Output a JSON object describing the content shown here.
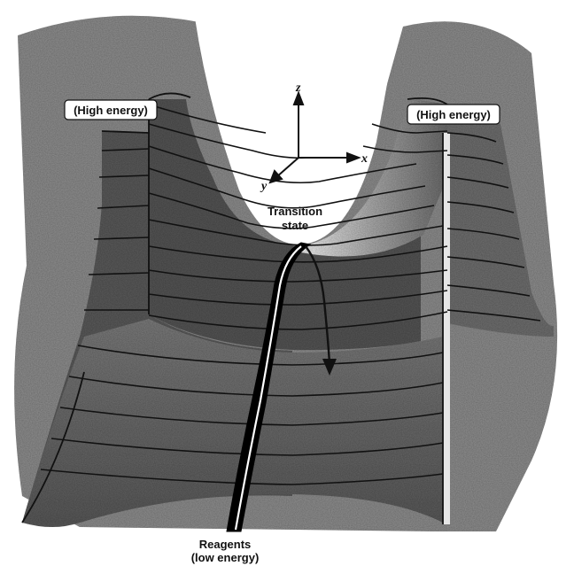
{
  "labels": {
    "high_energy_left": "(High energy)",
    "high_energy_right": "(High energy)",
    "transition_line1": "Transition",
    "transition_line2": "state",
    "reagents_line1": "Reagents",
    "reagents_line2": "(low energy)"
  },
  "axes": {
    "z": "z",
    "x": "x",
    "y": "y"
  },
  "colors": {
    "surface_dark": "#3e3e3e",
    "surface_mid": "#6f6f6f",
    "surface_light": "#bdbdbd",
    "contour": "#111111",
    "path": "#000000"
  }
}
